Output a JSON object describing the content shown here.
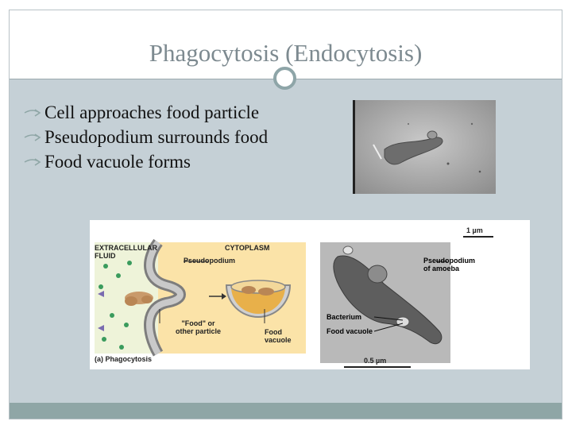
{
  "slide": {
    "title": "Phagocytosis (Endocytosis)",
    "bullets": [
      "Cell approaches food particle",
      "Pseudopodium surrounds food",
      "Food vacuole forms"
    ]
  },
  "figure": {
    "extracellular_fluid": "EXTRACELLULAR\nFLUID",
    "cytoplasm": "CYTOPLASM",
    "pseudopodium": "Pseudopodium",
    "food_particle": "\"Food\" or\nother particle",
    "food_vacuole_left": "Food\nvacuole",
    "caption": "(a) Phagocytosis",
    "scale_top": "1 µm",
    "pseudopodium_amoeba": "Pseudopodium\nof amoeba",
    "bacterium": "Bacterium",
    "food_vacuole_right": "Food vacuole",
    "scale_bottom": "0.5 µm"
  },
  "colors": {
    "accent": "#8fa6a6",
    "background": "#c5d0d6",
    "title": "#7d8a90"
  }
}
